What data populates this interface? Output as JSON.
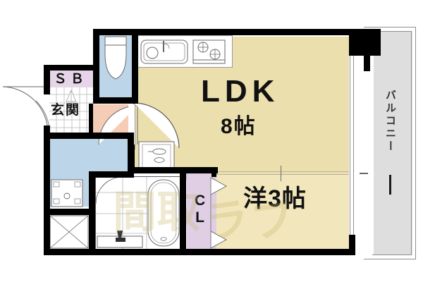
{
  "plan": {
    "type": "floor-plan",
    "rooms": [
      {
        "key": "ldk",
        "label_main": "LDK",
        "label_sub": "8帖",
        "color": "#ecdfae"
      },
      {
        "key": "washitsu",
        "label_main": "洋3帖",
        "label_sub": "",
        "color": "#f2e6bc"
      },
      {
        "key": "closet",
        "label_line1": "C",
        "label_line2": "L",
        "color": "#dfcee4"
      },
      {
        "key": "genkan",
        "label_main": "玄関",
        "color": "#ffffff"
      },
      {
        "key": "shoebox",
        "label_main": "ＳＢ",
        "color": "#e6d5e8"
      },
      {
        "key": "balcony",
        "label_main": "バルコニー",
        "color": "#dededf"
      }
    ],
    "labels": {
      "ldk": "LDK",
      "ldk_size": "8帖",
      "room": "洋3帖",
      "closet_1": "C",
      "closet_2": "L",
      "shoebox": "ＳＢ",
      "genkan": "玄関",
      "balcony": "バルコニー"
    },
    "fixtures": [
      {
        "name": "kitchen-sink"
      },
      {
        "name": "gas-stove-2burner"
      },
      {
        "name": "toilet"
      },
      {
        "name": "bathtub"
      },
      {
        "name": "washbasin-vanity"
      },
      {
        "name": "washing-machine-pan"
      },
      {
        "name": "pipe-shaft"
      },
      {
        "name": "entrance-door"
      },
      {
        "name": "ldk-door"
      },
      {
        "name": "toilet-door"
      },
      {
        "name": "closet-doors"
      },
      {
        "name": "balcony-sliding-door"
      }
    ],
    "colors": {
      "wall": "#000000",
      "ldk_floor": "#ecdfae",
      "room_floor": "#f2e6bc",
      "water_area": "#bdd5e8",
      "entry_pink": "#f5cdb6",
      "closet": "#dfcee4",
      "shoebox": "#e6d5e8",
      "balcony": "#dededf",
      "background": "#ffffff"
    },
    "watermark": "間取ラフ"
  }
}
